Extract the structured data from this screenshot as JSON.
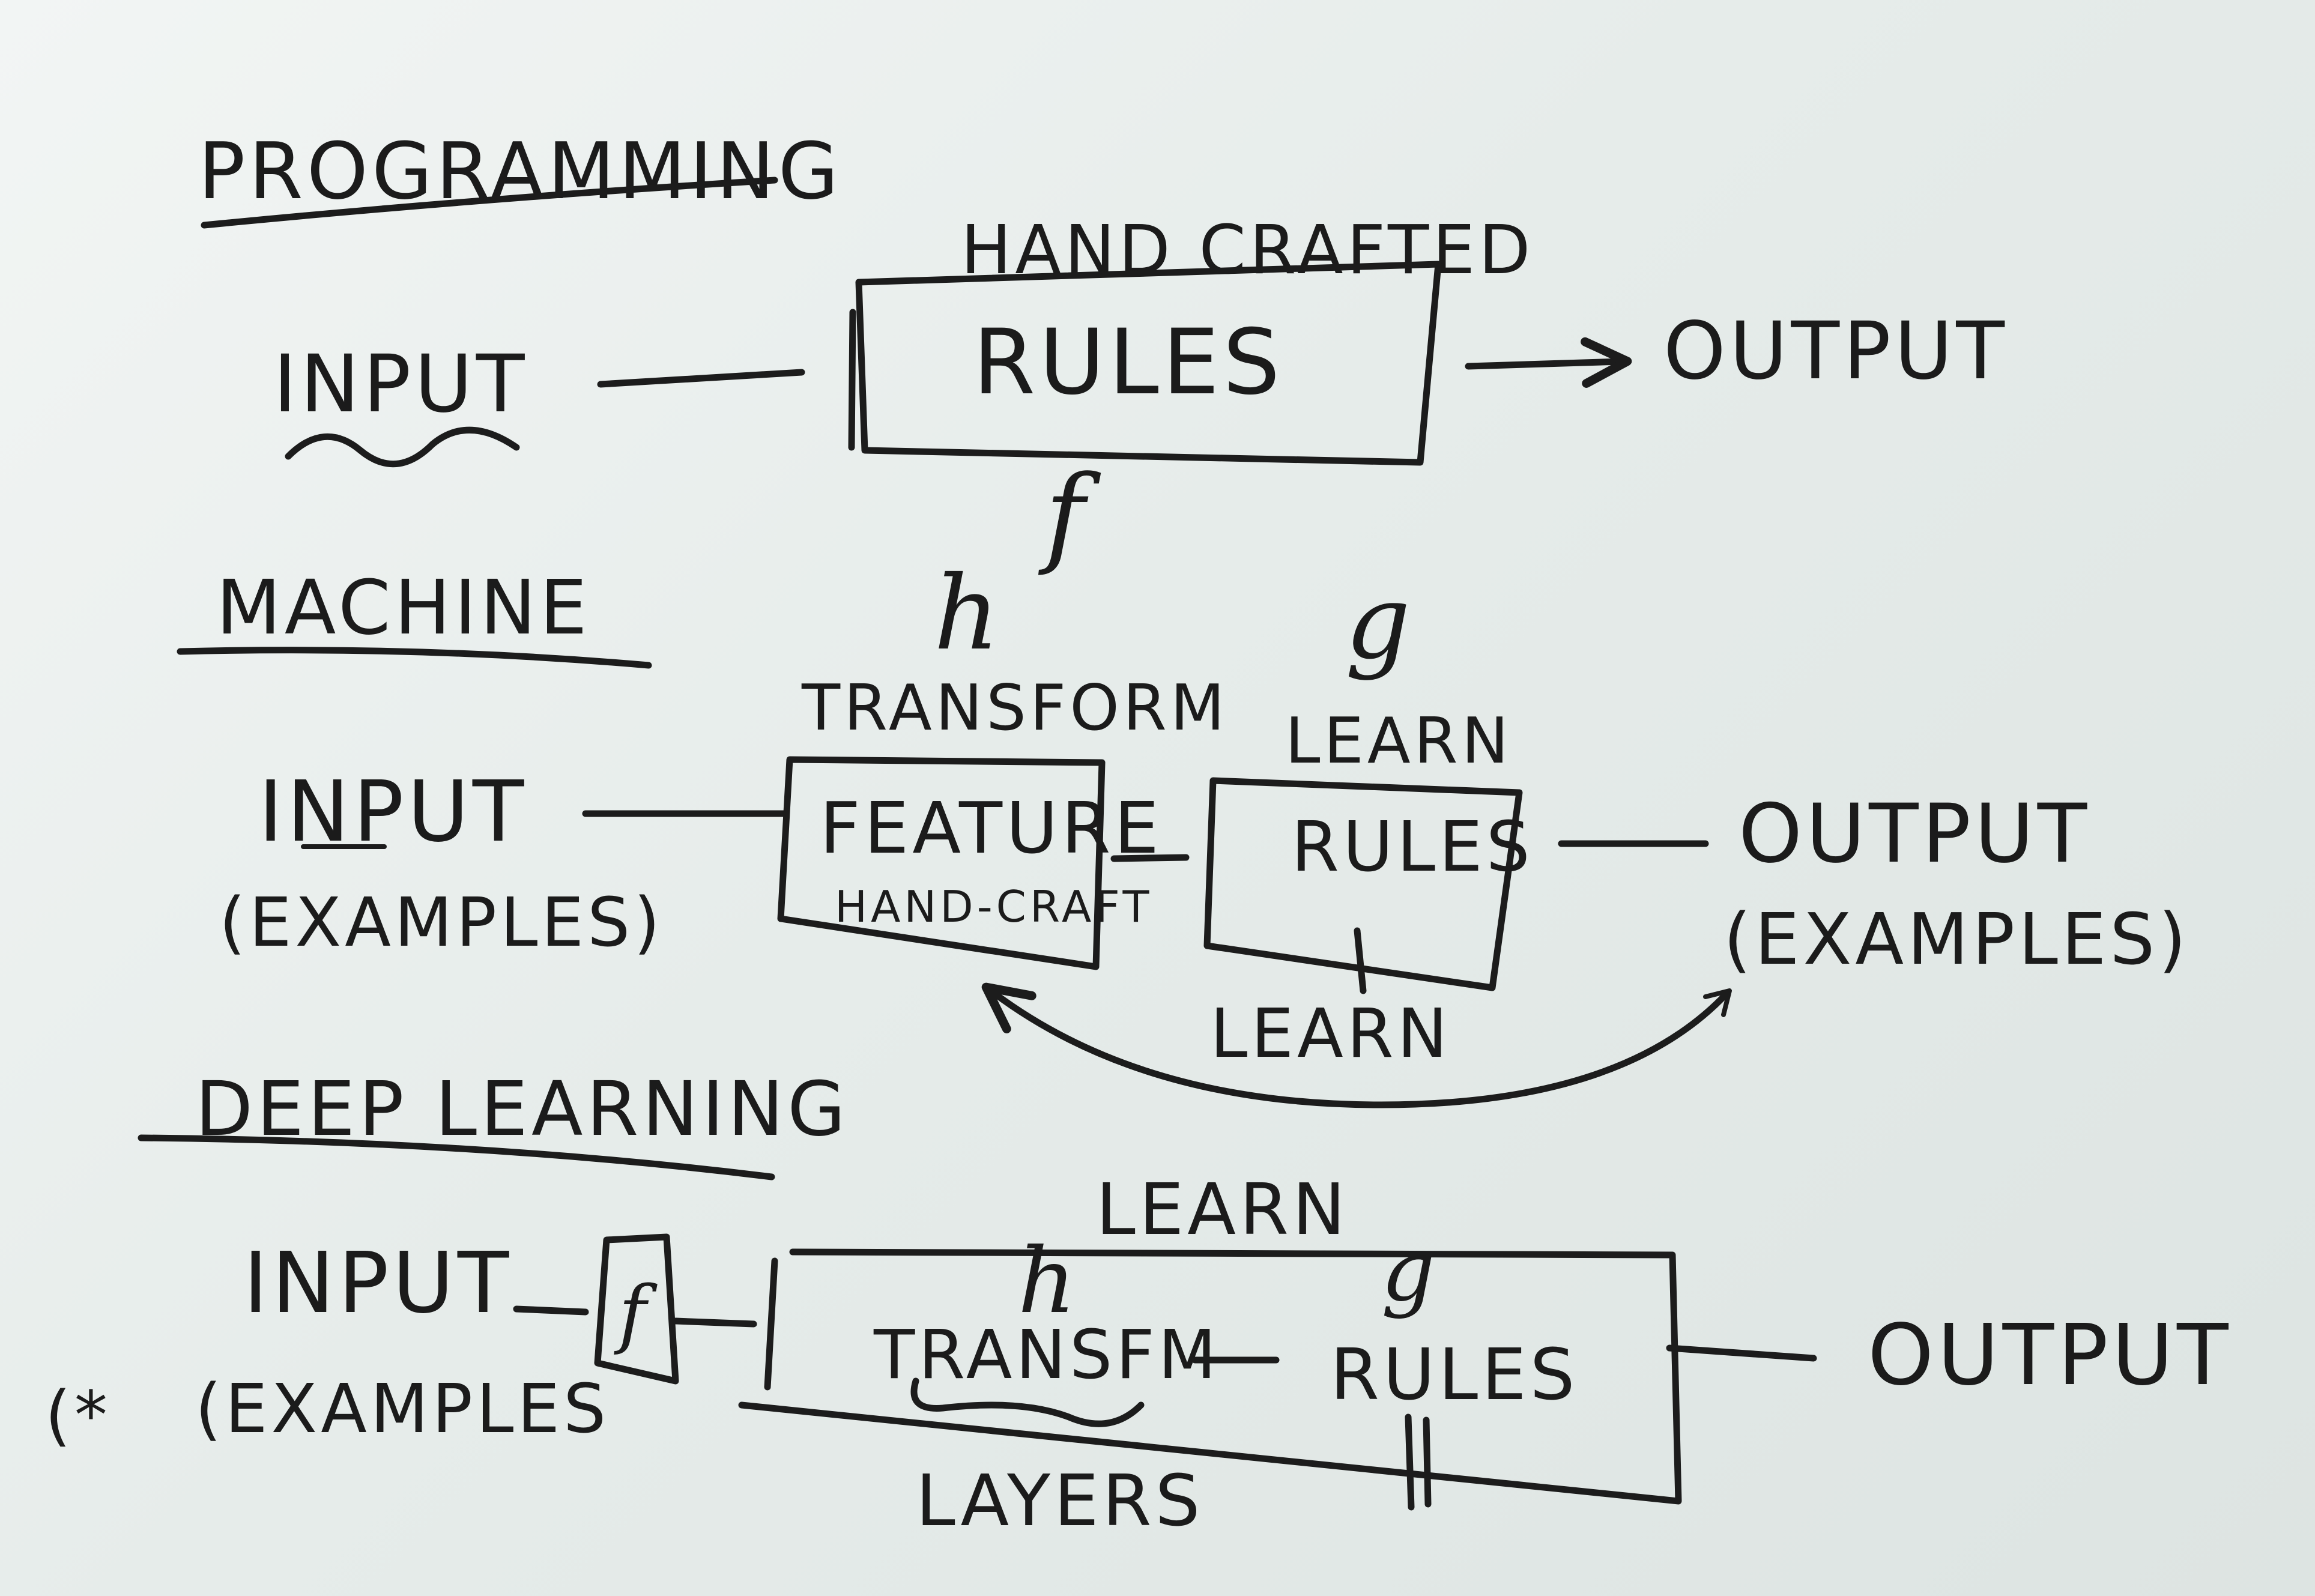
{
  "programming": {
    "title": "PROGRAMMING",
    "rules_note": "HAND CRAFTED",
    "input": "INPUT",
    "box": "RULES",
    "box_fn": "f",
    "output": "OUTPUT"
  },
  "machine": {
    "title": "MACHINE",
    "input": "INPUT",
    "input_sub": "(EXAMPLES)",
    "transform_fn": "h",
    "transform_label": "TRANSFORM",
    "feature_box": "FEATURE",
    "feature_note": "HAND-CRAFT",
    "rules_fn": "g",
    "rules_top_label": "LEARN",
    "rules_box": "RULES",
    "rules_bottom_label": "LEARN",
    "output": "OUTPUT",
    "output_sub": "(EXAMPLES)"
  },
  "deep_learning": {
    "title": "DEEP LEARNING",
    "input": "INPUT",
    "input_sub": "(EXAMPLES",
    "fn_box": "f",
    "learn_label": "LEARN",
    "transform_fn": "h",
    "transform_text": "TRANSFM",
    "rules_fn": "g",
    "rules_text": "RULES",
    "layers_label": "LAYERS",
    "output": "OUTPUT",
    "side_mark": "(*"
  }
}
